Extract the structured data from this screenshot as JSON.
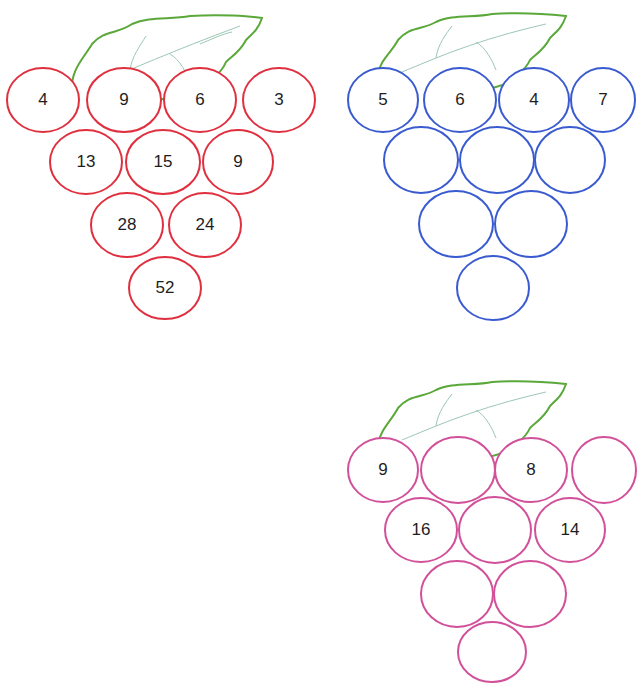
{
  "diagram": {
    "nodes": [
      {
        "text": [
          "4"
        ]
      },
      {
        "text": [
          "9"
        ]
      },
      {
        "text": [
          "6"
        ]
      },
      {
        "text": [
          "3"
        ]
      },
      {
        "text": [
          "13"
        ]
      },
      {
        "text": [
          "15"
        ]
      },
      {
        "text": [
          "9"
        ]
      },
      {
        "text": [
          "28"
        ]
      },
      {
        "text": [
          "24"
        ]
      },
      {
        "text": [
          "52"
        ]
      },
      {
        "text": [
          "5"
        ]
      },
      {
        "text": [
          "6"
        ]
      },
      {
        "text": [
          "4"
        ]
      },
      {
        "text": [
          "7"
        ]
      },
      {
        "text": [
          "9"
        ]
      },
      {
        "text": [
          "8"
        ]
      },
      {
        "text": [
          "16"
        ]
      },
      {
        "text": [
          "14"
        ]
      }
    ]
  }
}
